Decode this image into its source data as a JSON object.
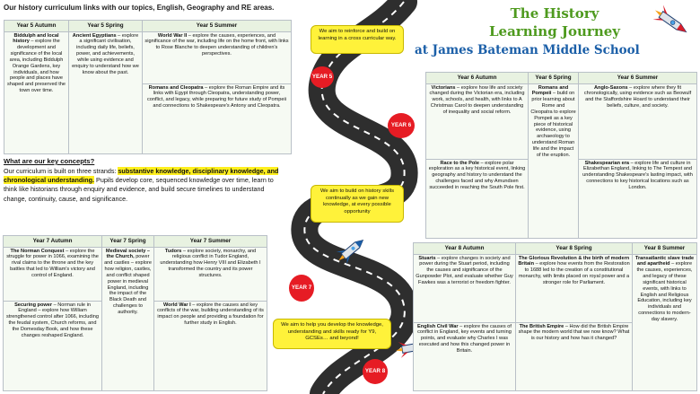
{
  "intro": "Our history curriculum links with our topics, English, Geography and RE areas.",
  "title": {
    "line1": "The History",
    "line2": "Learning Journey",
    "line3": "at James Bateman Middle School"
  },
  "y5": {
    "headers": [
      "Year 5 Autumn",
      "Year 5 Spring",
      "Year 5 Summer"
    ],
    "autumn": {
      "title": "Biddulph and local history",
      "text": " – explore the development and significance of the local area, including Biddulph Orange Gardens, key individuals, and how people and places have shaped and preserved the town over time."
    },
    "spring": {
      "title": "Ancient Egyptians",
      "text": " – explore a significant civilisation, including daily life, beliefs, power, and achievements, while using evidence and enquiry to understand how we know about the past."
    },
    "summer1": {
      "title": "World War II",
      "text": " – explore the causes, experiences, and significance of the war, including life on the home front, with links to Rose Blanche to deepen understanding of children's perspectives."
    },
    "summer2": {
      "title": "Romans and Cleopatra",
      "text": " – explore the Roman Empire and its links with Egypt through Cleopatra, understanding power, conflict, and legacy, while preparing for future study of Pompeii and connections to Shakespeare's Antony and Cleopatra."
    }
  },
  "concepts": {
    "heading": "What are our key concepts?",
    "p_start": "Our curriculum is built on three strands: ",
    "p_highlight": "substantive knowledge, disciplinary knowledge, and chronological understanding.",
    "p_end": " Pupils develop core, sequenced knowledge over time, learn to think like historians through enquiry and evidence, and build secure timelines to understand change, continuity, cause, and significance."
  },
  "y7": {
    "headers": [
      "Year 7 Autumn",
      "Year 7 Spring",
      "Year 7 Summer"
    ],
    "autumn1": {
      "title": "The Norman Conquest",
      "text": " – explore the struggle for power in 1066, examining the rival claims to the throne and the key battles that led to William's victory and control of England."
    },
    "autumn2": {
      "title": "Securing power",
      "text": " – Norman rule in England – explore how William strengthened control after 1066, including the feudal system, Church reforms, and the Domesday Book, and how these changes reshaped England."
    },
    "spring": {
      "title": "Medieval society – the Church,",
      "text": " power and castles – explore how religion, castles, and conflict shaped power in medieval England, including the impact of the Black Death and challenges to authority."
    },
    "summer1": {
      "title": "Tudors",
      "text": " – explore society, monarchy, and religious conflict in Tudor England, understanding how Henry VIII and Elizabeth I transformed the country and its power structures."
    },
    "summer2": {
      "title": "World War I",
      "text": " – explore the causes and key conflicts of the war, building understanding of its impact on people and providing a foundation for further study in English."
    }
  },
  "y6": {
    "headers": [
      "Year 6 Autumn",
      "Year 6 Spring",
      "Year 6 Summer"
    ],
    "autumn1": {
      "title": "Victorians",
      "text": " – explore how life and society changed during the Victorian era, including work, schools, and health, with links to A Christmas Carol to deepen understanding of inequality and social reform."
    },
    "autumn2": {
      "title": "Race to the Pole",
      "text": " – explore polar exploration as a key historical event, linking geography and history to understand the challenges faced and why Amundsen succeeded in reaching the South Pole first."
    },
    "spring": {
      "title": "Romans and Pompeii",
      "text": " – build on prior learning about Rome and Cleopatra to explore Pompeii as a key piece of historical evidence, using archaeology to understand Roman life and the impact of the eruption."
    },
    "summer1": {
      "title": "Anglo-Saxons",
      "text": " – explore where they fit chronologically, using evidence such as Beowulf and the Staffordshire Hoard to understand their beliefs, culture, and society."
    },
    "summer2": {
      "title": "Shakespearian era",
      "text": " – explore life and culture in Elizabethan England, linking to The Tempest and understanding Shakespeare's lasting impact, with connections to key historical locations such as London."
    }
  },
  "y8": {
    "headers": [
      "Year 8 Autumn",
      "Year 8 Spring",
      "Year 8 Summer"
    ],
    "autumn1": {
      "title": "Stuarts",
      "text": " – explore changes in society and power during the Stuart period, including the causes and significance of the Gunpowder Plot, and evaluate whether Guy Fawkes was a terrorist or freedom fighter."
    },
    "autumn2": {
      "title": "English Civil War",
      "text": " – explore the causes of conflict in England, key events and turning points, and evaluate why Charles I was executed and how this changed power in Britain."
    },
    "spring1": {
      "title": "The Glorious Revolution & the birth of modern Britain",
      "text": " – explore how events from the Restoration to 1688 led to the creation of a constitutional monarchy, with limits placed on royal power and a stronger role for Parliament."
    },
    "spring2": {
      "title": "The British Empire",
      "text": " – How did the British Empire shape the modern world that we now know? What is our history and how has it changed?"
    },
    "summer": {
      "title": "Transatlantic slave trade and apartheid",
      "text": " – explore the causes, experiences, and legacy of these significant historical events, with links to English and Religious Education, including key individuals and connections to modern-day slavery."
    }
  },
  "bubbles": {
    "b1": "We aim to reinforce and build on learning in a cross curricular way.",
    "b2": "We aim to build on history skills continually as we gain new knowledge, at every possible opportunity",
    "b3": "We aim to help you develop the knowledge, understanding and skills ready for Y9, GCSEs… and beyond!"
  },
  "years": {
    "y5": "YEAR 5",
    "y6": "YEAR 6",
    "y7": "YEAR 7",
    "y8": "YEAR 8"
  },
  "colors": {
    "road": "#2e2e2e",
    "yearBadge": "#e61c24",
    "bubble": "#fff23a",
    "titleGreen": "#4e9a1e",
    "titleBlue": "#1b5fa8"
  },
  "icons": [
    "rocket-icon",
    "rocket-icon",
    "rocket-icon",
    "rocket-icon",
    "rocket-icon"
  ]
}
